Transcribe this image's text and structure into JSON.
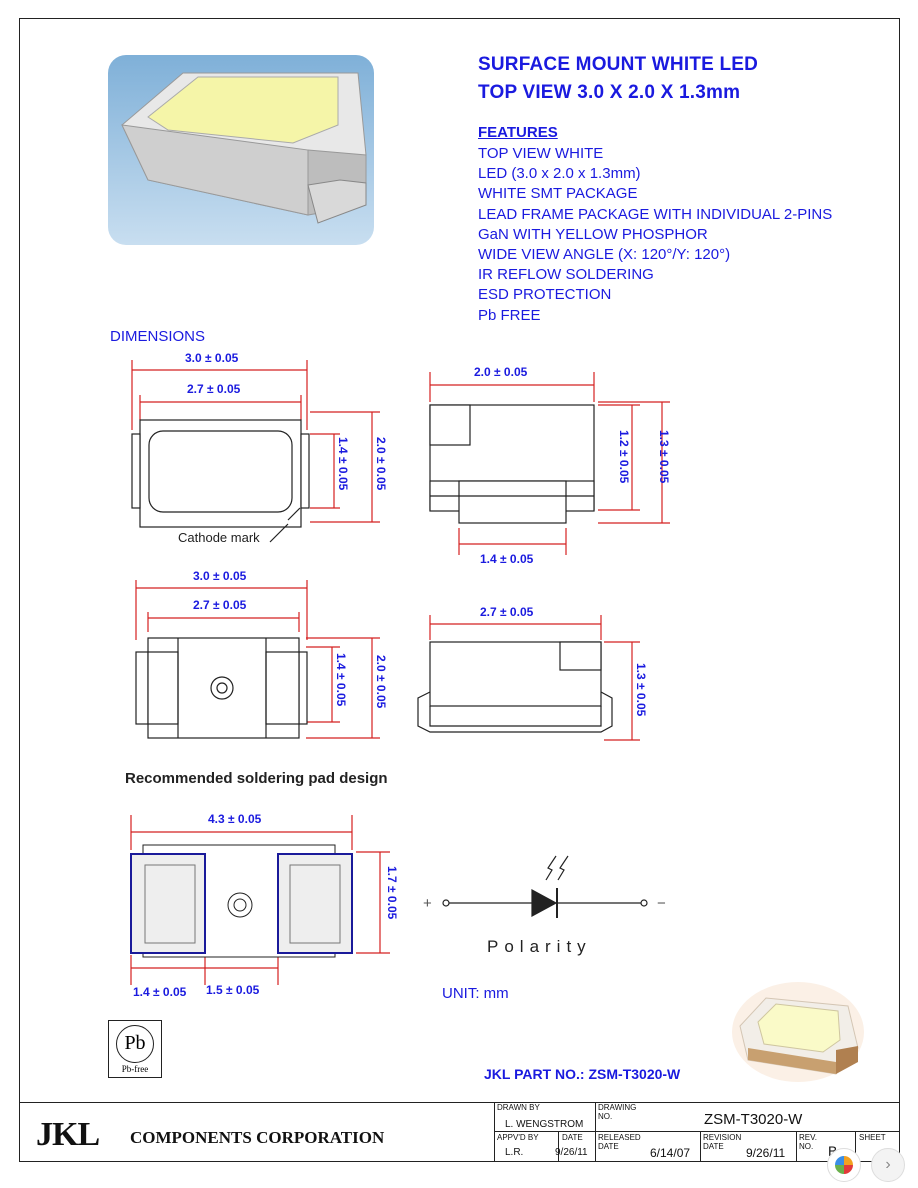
{
  "header": {
    "title_line1": "SURFACE MOUNT WHITE LED",
    "title_line2": "TOP VIEW 3.0 X 2.0 X 1.3mm"
  },
  "features": {
    "heading": "FEATURES",
    "items": [
      "TOP VIEW WHITE",
      "LED (3.0 x 2.0 x 1.3mm)",
      "WHITE SMT PACKAGE",
      "LEAD FRAME PACKAGE WITH INDIVIDUAL 2-PINS",
      "GaN WITH YELLOW PHOSPHOR",
      "WIDE VIEW ANGLE (X: 120°/Y: 120°)",
      "IR REFLOW SOLDERING",
      "ESD PROTECTION",
      "Pb FREE"
    ]
  },
  "dimensions": {
    "heading": "DIMENSIONS",
    "top": {
      "outer_len": "3.0 ± 0.05",
      "inner_len": "2.7 ± 0.05",
      "inner_h": "1.4 ± 0.05",
      "outer_h": "2.0 ± 0.05",
      "cathode": "Cathode mark"
    },
    "side": {
      "width": "2.0 ± 0.05",
      "h1": "1.2 ± 0.05",
      "h2": "1.3 ± 0.05",
      "lead": "1.4 ± 0.05"
    },
    "bottom": {
      "outer_len": "3.0 ± 0.05",
      "inner_len": "2.7 ± 0.05",
      "inner_h": "1.4 ± 0.05",
      "outer_h": "2.0 ± 0.05"
    },
    "front": {
      "width": "2.7 ± 0.05",
      "h": "1.3 ± 0.05"
    }
  },
  "soldering": {
    "heading": "Recommended soldering pad design",
    "total": "4.3 ± 0.05",
    "height": "1.7 ± 0.05",
    "pad": "1.4 ± 0.05",
    "gap": "1.5 ± 0.05"
  },
  "polarity": {
    "label": "Polarity",
    "plus": "+",
    "minus": "−"
  },
  "unit": "UNIT: mm",
  "part": {
    "label": "JKL PART NO.:  ZSM-T3020-W"
  },
  "pb_badge": {
    "symbol": "Pb",
    "caption": "Pb-free"
  },
  "title_block": {
    "logo": "JKL",
    "company": "COMPONENTS CORPORATION",
    "drawn_by_label": "DRAWN BY",
    "drawn_by": "L. WENGSTROM",
    "drawing_no_label": "DRAWING NO.",
    "drawing_no": "ZSM-T3020-W",
    "appvd_by_label": "APPV'D BY",
    "appvd_by": "L.R.",
    "appvd_date_label": "DATE",
    "appvd_date": "9/26/11",
    "released_label": "RELEASED DATE",
    "released": "6/14/07",
    "revision_label": "REVISION DATE",
    "revision": "9/26/11",
    "rev_label": "REV. NO.",
    "rev": "B",
    "sheet_label": "SHEET"
  },
  "colors": {
    "accent": "#1a1adf",
    "dim_red": "#d42020",
    "frame": "#222222"
  }
}
